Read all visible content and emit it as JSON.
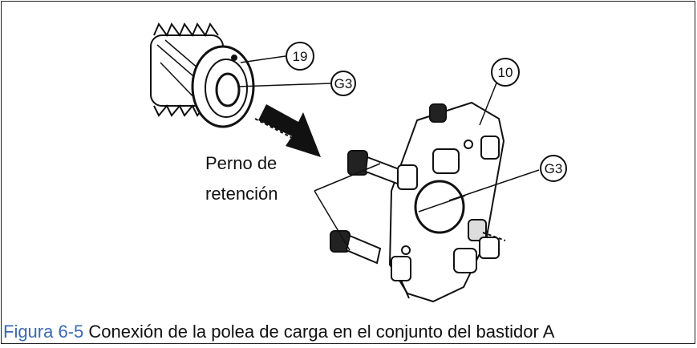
{
  "diagram": {
    "callouts": {
      "part_19": "19",
      "part_10": "10",
      "g3_top": "G3",
      "g3_right": "G3"
    },
    "label_line1": "Perno de",
    "label_line2": "retención"
  },
  "caption": {
    "number": "Figura 6-5",
    "text": " Conexión de la polea de carga en el conjunto del bastidor A"
  }
}
